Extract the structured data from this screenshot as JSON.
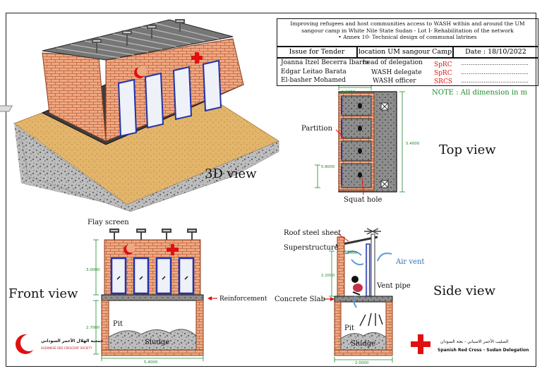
{
  "title_block": {
    "project_line1": "Improving refugees and host communities access to WASH within and around the UM",
    "project_line2": "sangour camp in White Nile State Sudan - Lot I- Rehabilitation of the network",
    "project_line3": "•  Annex 10- Technical design of communal latrines",
    "issue": "Issue for Tender",
    "location": "location UM sangour Camp",
    "date": "Date : 18/10/2022",
    "people": [
      {
        "name": "Joanna Itzel Becerra Ibarra",
        "role": "head of delegation",
        "org": "SpRC",
        "sign": "………………………………"
      },
      {
        "name": "Edgar Leitao Barata",
        "role": "WASH delegate",
        "org": "SpRC",
        "sign": "………………………………"
      },
      {
        "name": "El-basher Mohamed",
        "role": "WASH officer",
        "org": "SRCS",
        "sign": "………………………………"
      }
    ]
  },
  "note": "NOTE :  All dimension in m",
  "views": {
    "view_3d": "3D view",
    "top": "Top view",
    "front": "Front view",
    "side": "Side view"
  },
  "top_view": {
    "partition": "Partition",
    "squat_hole": "Squat hole",
    "dim_width": "1.5000",
    "dim_length": "5.4000",
    "dim_door": "0.8000"
  },
  "front_view": {
    "fly_screen": "Flay screen",
    "reinforcement": "Reinforcement",
    "pit": "Pit",
    "sludge": "Sludge",
    "dim_super": "3.0000",
    "dim_pit": "2.7000",
    "dim_length": "5.4000"
  },
  "side_view": {
    "roof": "Roof steel sheet",
    "superstructure": "Superstructure",
    "air_vent": "Air vent",
    "vent_pipe": "Vent pipe",
    "concrete_slab": "Concrete Slab",
    "pit": "Pit",
    "sludge": "Sludge",
    "dim_top": "0.5000",
    "dim_height": "2.2000",
    "dim_width": "2.0000"
  },
  "logos": {
    "srcs_arabic": "جمعية الهلال الأحمر السوداني",
    "srcs_english": "SUDANESE RED CRESCENT SOCIETY",
    "sprc_arabic": "الصليب الأحمر الاسباني - بعثة السودان",
    "sprc_english": "Spanish Red Cross - Sudan Delegation"
  },
  "colors": {
    "brick": "#e9a77f",
    "brick_line": "#c0603a",
    "soil": "#e0b36a",
    "gravel": "#9a9a9a",
    "door_blue": "#2233aa",
    "red": "#e01010",
    "green": "#1e8a2a",
    "air_blue": "#5b9bd5"
  }
}
